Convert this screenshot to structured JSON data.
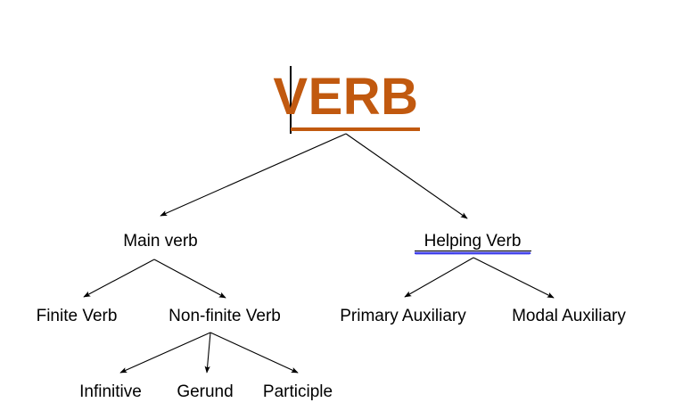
{
  "diagram": {
    "type": "tree",
    "title": "VERB",
    "root": {
      "label": "VERB",
      "color": "#C1590F",
      "underlined": true,
      "style": "bold-uppercase-heading"
    },
    "level2": [
      {
        "label": "Main verb",
        "underlined": false,
        "spellcheck_flag": false
      },
      {
        "label": "Helping Verb",
        "underlined": true,
        "spellcheck_flag": true
      }
    ],
    "level3_left": [
      {
        "label": "Finite Verb"
      },
      {
        "label": "Non-finite Verb"
      }
    ],
    "level3_right": [
      {
        "label": "Primary Auxiliary"
      },
      {
        "label": "Modal Auxiliary"
      }
    ],
    "level4": [
      {
        "label": "Infinitive"
      },
      {
        "label": "Gerund"
      },
      {
        "label": "Participle"
      }
    ],
    "colors": {
      "background": "#FFFFFF",
      "text": "#000000",
      "accent": "#C1590F",
      "edge": "#000000",
      "spellcheck": "#1A1AE6"
    },
    "edges": [
      {
        "from": "VERB",
        "to": "Main verb"
      },
      {
        "from": "VERB",
        "to": "Helping Verb"
      },
      {
        "from": "Main verb",
        "to": "Finite Verb"
      },
      {
        "from": "Main verb",
        "to": "Non-finite Verb"
      },
      {
        "from": "Helping Verb",
        "to": "Primary Auxiliary"
      },
      {
        "from": "Helping Verb",
        "to": "Modal Auxiliary"
      },
      {
        "from": "Non-finite Verb",
        "to": "Infinitive"
      },
      {
        "from": "Non-finite Verb",
        "to": "Gerund"
      },
      {
        "from": "Non-finite Verb",
        "to": "Participle"
      }
    ]
  }
}
